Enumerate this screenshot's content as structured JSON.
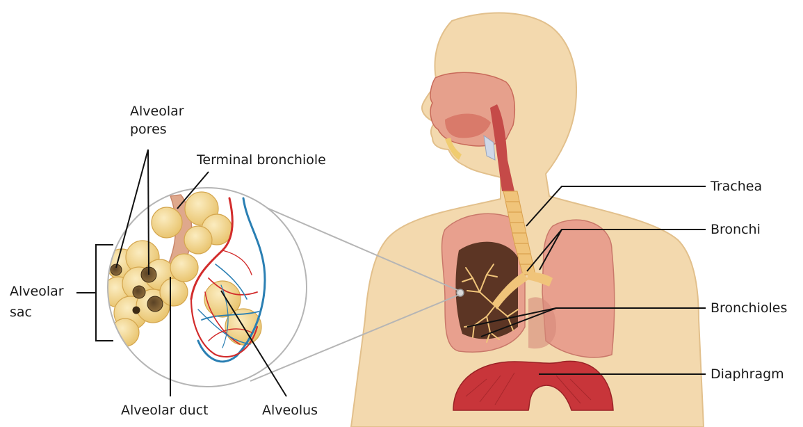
{
  "labels": {
    "alveolar_pores_line1": "Alveolar",
    "alveolar_pores_line2": "pores",
    "terminal_bronchiole": "Terminal bronchiole",
    "alveolar_sac_line1": "Alveolar",
    "alveolar_sac_line2": "sac",
    "alveolar_duct": "Alveolar duct",
    "alveolus": "Alveolus",
    "trachea": "Trachea",
    "bronchi": "Bronchi",
    "bronchioles": "Bronchioles",
    "diaphragm": "Diaphragm"
  },
  "colors": {
    "skin": "#f3d9ae",
    "skin_outline": "#e2c08c",
    "lung": "#e8a08e",
    "lung_dark": "#5c3524",
    "diaphragm": "#c8353a",
    "trachea": "#f0c47a",
    "artery": "#d22c2c",
    "vein": "#2a7fb3",
    "alveoli": "#f2d58a",
    "leader": "#111111",
    "zoom_line": "#b5b5b5"
  }
}
